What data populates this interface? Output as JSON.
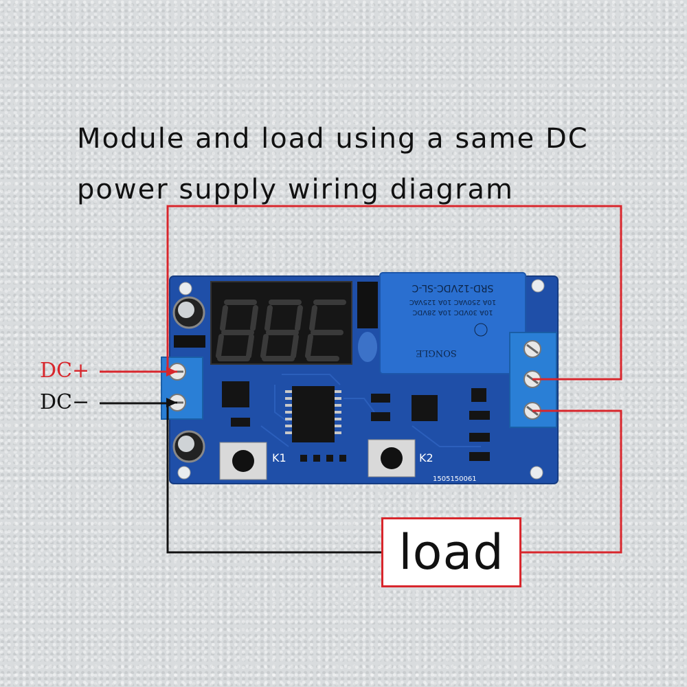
{
  "title": {
    "line1": "Module and load using a same DC",
    "line2": "power supply wiring diagram"
  },
  "labels": {
    "dc_plus": "DC+",
    "dc_minus": "DC−",
    "load": "load"
  },
  "board": {
    "relay_model": "SRD-12VDC-SL-C",
    "relay_rating_1": "10A 250VAC 10A 125VAC",
    "relay_rating_2": "10A 30VDC 10A 28VDC",
    "relay_brand": "SONGLE",
    "button_k1": "K1",
    "button_k2": "K2",
    "serial": "1505150061"
  },
  "colors": {
    "wire_positive": "#d8262c",
    "wire_negative": "#111111",
    "pcb": "#1f4fa8",
    "relay": "#2a6fd0"
  }
}
